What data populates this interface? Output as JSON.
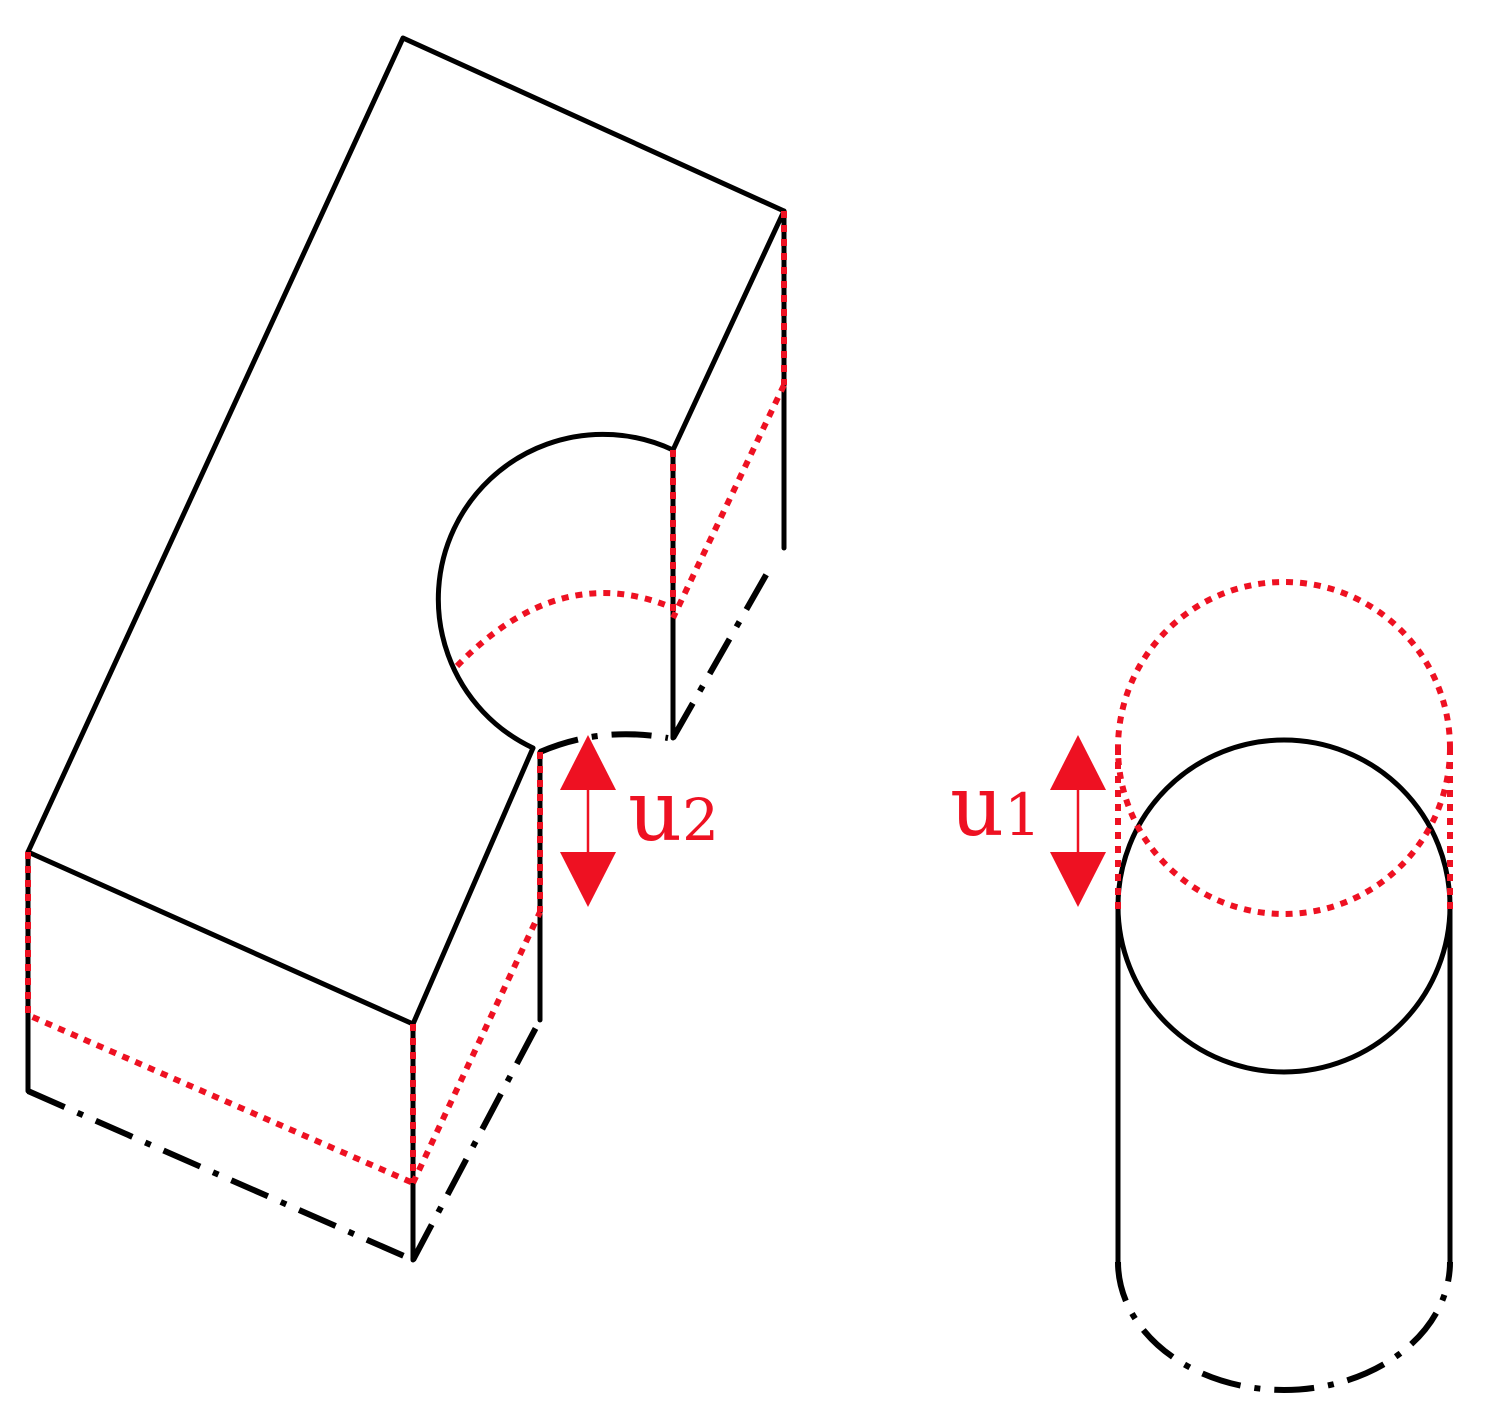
{
  "colors": {
    "outline": "#000000",
    "displacement": "#ee1122",
    "background": "#ffffff"
  },
  "labels": {
    "u2": {
      "base": "u",
      "sub": "2"
    },
    "u1": {
      "base": "u",
      "sub": "1"
    }
  }
}
